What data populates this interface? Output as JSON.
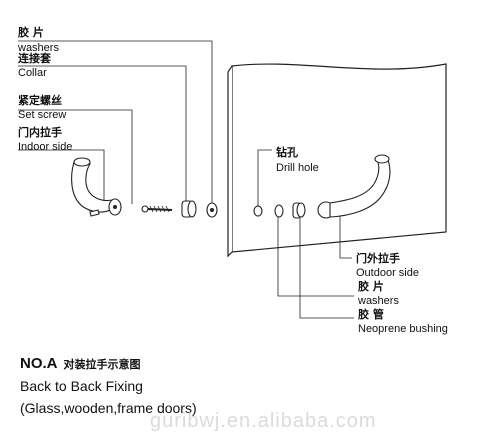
{
  "labels_left": [
    {
      "zh": "胶 片",
      "en": "washers"
    },
    {
      "zh": "连接套",
      "en": "Collar"
    },
    {
      "zh": "紧定螺丝",
      "en": "Set screw"
    },
    {
      "zh": "门内拉手",
      "en": "Indoor side"
    }
  ],
  "labels_right": [
    {
      "zh": "钻孔",
      "en": "Drill hole"
    },
    {
      "zh": "门外拉手",
      "en": "Outdoor side"
    },
    {
      "zh": "胶 片",
      "en": "washers"
    },
    {
      "zh": "胶 管",
      "en": "Neoprene bushing"
    }
  ],
  "caption": {
    "title": "NO.A",
    "title_zh": "对装拉手示意图",
    "line1": "Back to Back Fixing",
    "line2": "(Glass,wooden,frame doors)"
  },
  "watermark": "guribwj.en.alibaba.com"
}
